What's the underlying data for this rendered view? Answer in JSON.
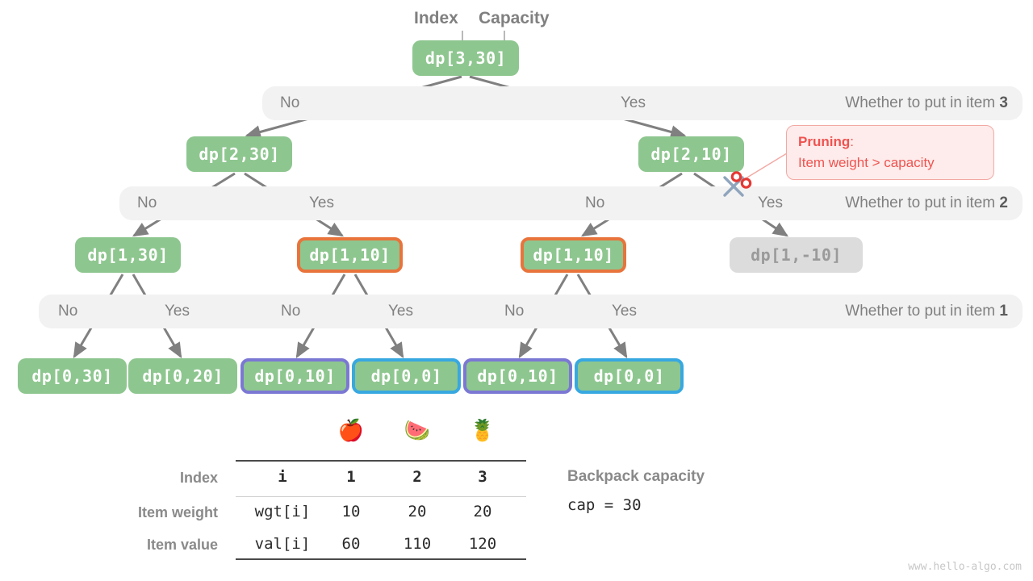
{
  "header": {
    "index_label": "Index",
    "capacity_label": "Capacity"
  },
  "tree": {
    "root": {
      "label": "dp[3,30]"
    },
    "level2": [
      {
        "label": "dp[2,30]"
      },
      {
        "label": "dp[2,10]"
      }
    ],
    "level3": [
      {
        "label": "dp[1,30]"
      },
      {
        "label": "dp[1,10]"
      },
      {
        "label": "dp[1,10]"
      },
      {
        "label": "dp[1,-10]"
      }
    ],
    "leaves": [
      {
        "label": "dp[0,30]"
      },
      {
        "label": "dp[0,20]"
      },
      {
        "label": "dp[0,10]"
      },
      {
        "label": "dp[0,0]"
      },
      {
        "label": "dp[0,10]"
      },
      {
        "label": "dp[0,0]"
      }
    ]
  },
  "bands": [
    {
      "no": "No",
      "yes": "Yes",
      "right_prefix": "Whether to put in item ",
      "right_item": "3"
    },
    {
      "no": "No",
      "yes": "Yes",
      "no2": "No",
      "yes2": "Yes",
      "right_prefix": "Whether to put in item ",
      "right_item": "2"
    },
    {
      "no": "No",
      "yes": "Yes",
      "no2": "No",
      "yes2": "Yes",
      "no3": "No",
      "yes3": "Yes",
      "right_prefix": "Whether to put in item ",
      "right_item": "1"
    }
  ],
  "pruning": {
    "title": "Pruning",
    "colon": ":",
    "detail": "Item weight > capacity"
  },
  "table": {
    "row_labels": [
      "Index",
      "Item weight",
      "Item value"
    ],
    "keys": [
      "i",
      "wgt[i]",
      "val[i]"
    ],
    "fruits": [
      "🍎",
      "🍉",
      "🍍"
    ],
    "index": [
      "1",
      "2",
      "3"
    ],
    "weight": [
      "10",
      "20",
      "20"
    ],
    "value": [
      "60",
      "110",
      "120"
    ]
  },
  "capacity": {
    "title": "Backpack capacity",
    "value": "cap = 30"
  },
  "watermark": "www.hello-algo.com",
  "colors": {
    "node_green": "#8ec68f",
    "node_muted": "#dcdcdc",
    "border_orange": "#e8743c",
    "border_purple": "#7b78d4",
    "border_blue": "#38a8e0",
    "band_gray": "#f2f2f2",
    "edge_gray": "#808080",
    "pruning_red": "#ef5350",
    "pruning_bg": "#fdeceb"
  }
}
